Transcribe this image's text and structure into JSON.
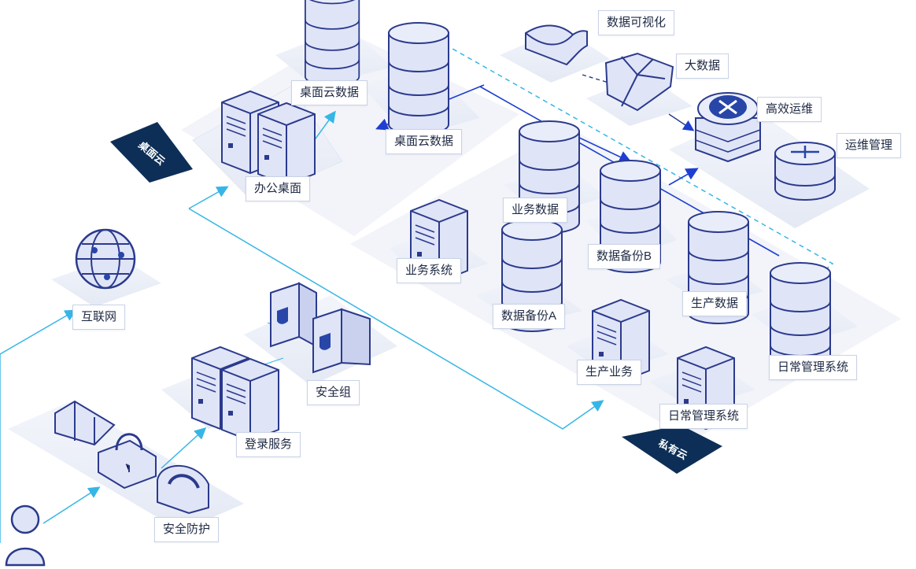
{
  "labels": {
    "desktop_cloud_data_1": "桌面云数据",
    "desktop_cloud_data_2": "桌面云数据",
    "office_desktop": "办公桌面",
    "data_visualization": "数据可视化",
    "big_data": "大数据",
    "ops_efficiency": "高效运维",
    "ops_management": "运维管理",
    "business_data": "业务数据",
    "business_system": "业务系统",
    "data_backup_b": "数据备份B",
    "data_backup_a": "数据备份A",
    "production_data": "生产数据",
    "production_business": "生产业务",
    "daily_mgmt_system_1": "日常管理系统",
    "daily_mgmt_system_2": "日常管理系统",
    "internet": "互联网",
    "security_group": "安全组",
    "login_service": "登录服务",
    "security_protection": "安全防护"
  },
  "banners": {
    "desktop_cloud": "桌面云",
    "private_cloud": "私有云"
  },
  "colors": {
    "device_fill": "#dfe4f7",
    "device_stroke": "#2b3a8c",
    "banner": "#0d2f57",
    "arrow_cyan": "#36b6e6",
    "arrow_blue": "#1e3fd1",
    "platform": "#eef1f8"
  }
}
